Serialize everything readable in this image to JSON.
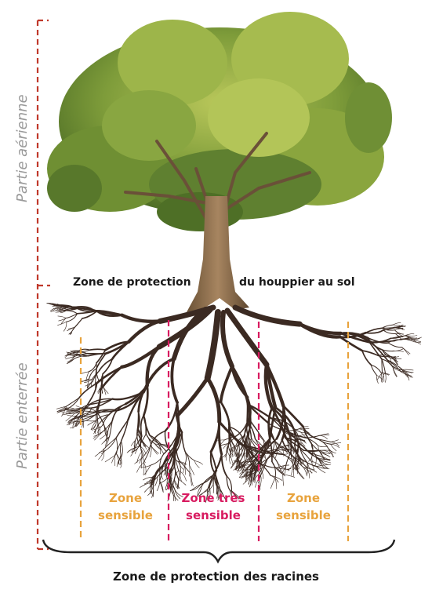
{
  "labels": {
    "aerial_part": "Partie aérienne",
    "underground_part": "Partie enterrée",
    "crown_protection_left": "Zone de protection",
    "crown_protection_right": "du houppier au sol",
    "root_protection": "Zone de protection des racines"
  },
  "zones": {
    "left": {
      "line1": "Zone",
      "line2": "sensible"
    },
    "center": {
      "line1": "Zone très",
      "line2": "sensible"
    },
    "right": {
      "line1": "Zone",
      "line2": "sensible"
    }
  },
  "colors": {
    "bracket": "#c0392b",
    "sensitive": "#e8a33d",
    "very_sensitive": "#d81b60",
    "foliage_dark": "#5a7d2a",
    "foliage_light": "#a3b84a",
    "trunk": "#8a6a45",
    "roots": "#3b2a22"
  }
}
